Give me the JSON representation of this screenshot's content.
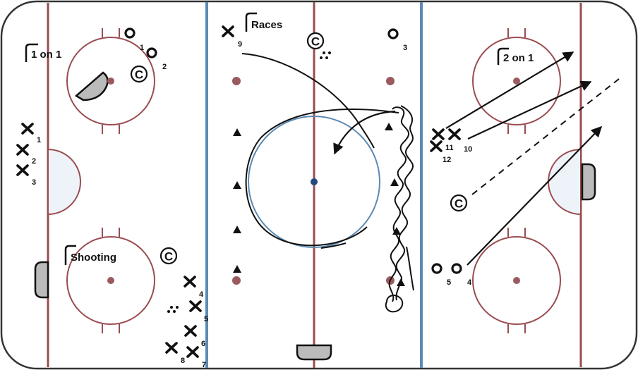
{
  "rink": {
    "colors": {
      "board": "#333333",
      "red_line": "#9a4c50",
      "blue_line": "#5b8bb5",
      "faceoff_dot": "#9a5a5e",
      "crease": "#eef3f9",
      "net": "#bbbbbb",
      "ink": "#111111"
    }
  },
  "stations": [
    {
      "label": "1 on 1"
    },
    {
      "label": "Races"
    },
    {
      "label": "2 on 1"
    },
    {
      "label": "Shooting"
    }
  ],
  "coach_symbol": "C",
  "players": {
    "x_labels": [
      "1",
      "2",
      "3",
      "4",
      "5",
      "6",
      "7",
      "8",
      "9",
      "10",
      "11",
      "12"
    ],
    "o_labels": [
      "1",
      "2",
      "3",
      "4",
      "5"
    ]
  },
  "icons": [
    "player-x-icon",
    "player-o-icon",
    "coach-icon",
    "cone-icon",
    "puck-pile-icon",
    "pass-arrow-icon",
    "skate-path-icon"
  ]
}
